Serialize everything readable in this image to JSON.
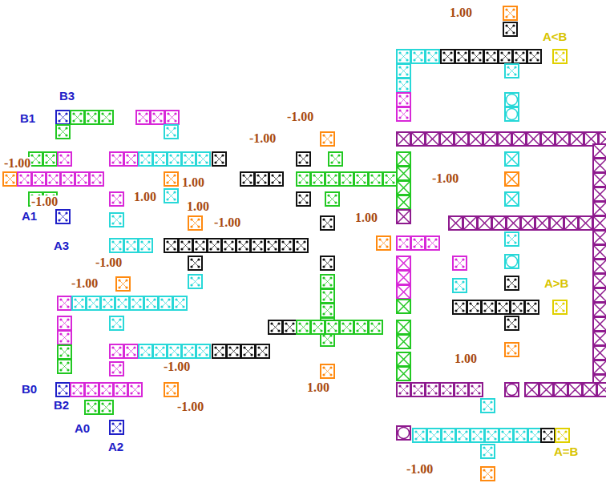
{
  "diagram": {
    "labels": [
      "1.00",
      "A<B",
      "B3",
      "B1",
      "-1.00",
      "-1.00",
      "-1.00",
      "1.00",
      "-1.00",
      "1.00",
      "-1.00",
      "1.00",
      "A1",
      "1.00",
      "-1.00",
      "A3",
      "-1.00",
      "-1.00",
      "A>B",
      "1.00",
      "-1.00",
      "1.00",
      "B0",
      "B2",
      "-1.00",
      "A0",
      "A2",
      "A=B",
      "-1.00"
    ]
  }
}
